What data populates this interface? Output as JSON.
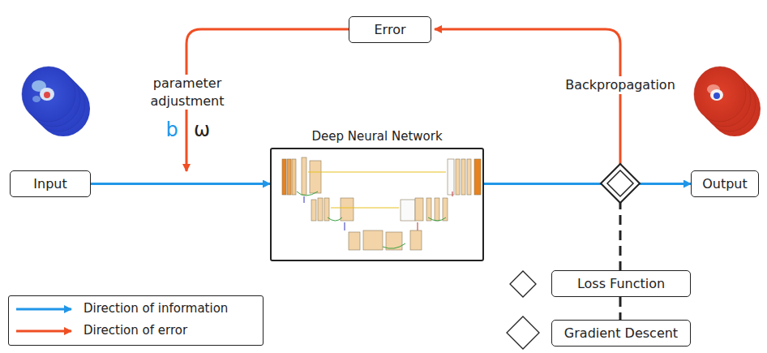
{
  "diagram": {
    "nodes": [
      {
        "text": [
          "Error"
        ]
      },
      {
        "text": [
          "Input"
        ]
      },
      {
        "text": [
          "Deep Neural Network"
        ]
      },
      {
        "text": [
          "Output"
        ]
      },
      {
        "text": [
          "Loss Function"
        ]
      },
      {
        "text": [
          "Gradient Descent"
        ]
      }
    ],
    "edges": [
      {
        "from": 1,
        "to": 2,
        "arrow": "to"
      },
      {
        "from": 2,
        "to": 3,
        "arrow": "to"
      }
    ],
    "labels": [
      "parameter adjustment",
      "b",
      "ω",
      "Backpropagation"
    ],
    "legend": [
      {
        "text": "Direction of information"
      },
      {
        "text": "Direction of error"
      }
    ]
  }
}
